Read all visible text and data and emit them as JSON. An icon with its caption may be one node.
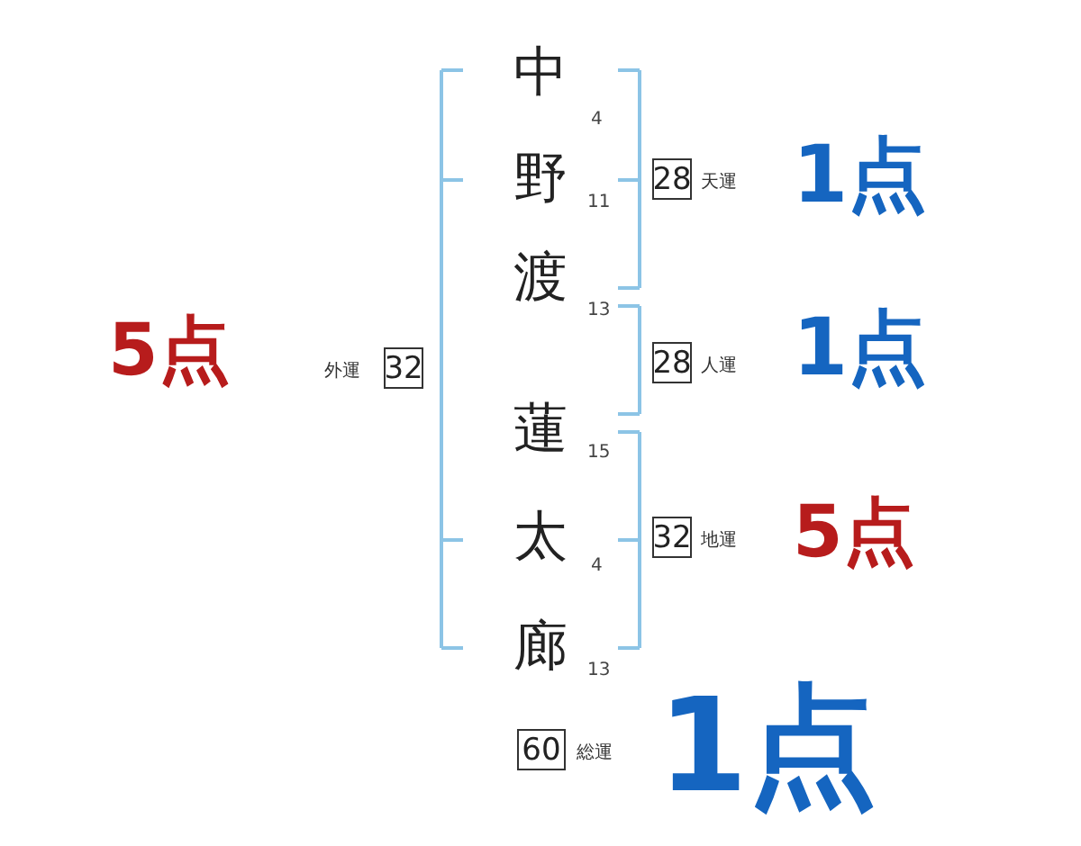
{
  "diagram": {
    "nodes": [
      {
        "text": [
          "28"
        ],
        "beside": [
          "天運"
        ]
      },
      {
        "text": [
          "32"
        ],
        "beside": [
          "外運"
        ]
      },
      {
        "text": [
          "28"
        ],
        "beside": [
          "人運"
        ]
      },
      {
        "text": [
          "32"
        ],
        "beside": [
          "地運"
        ]
      },
      {
        "text": [
          "60"
        ],
        "beside": [
          "総運"
        ]
      }
    ],
    "labels": [
      "中",
      "4",
      "野",
      "11",
      "1点",
      "渡",
      "13",
      "5点",
      "1点",
      "蓮",
      "15",
      "太",
      "4",
      "5点",
      "廊",
      "13",
      "1点"
    ]
  }
}
